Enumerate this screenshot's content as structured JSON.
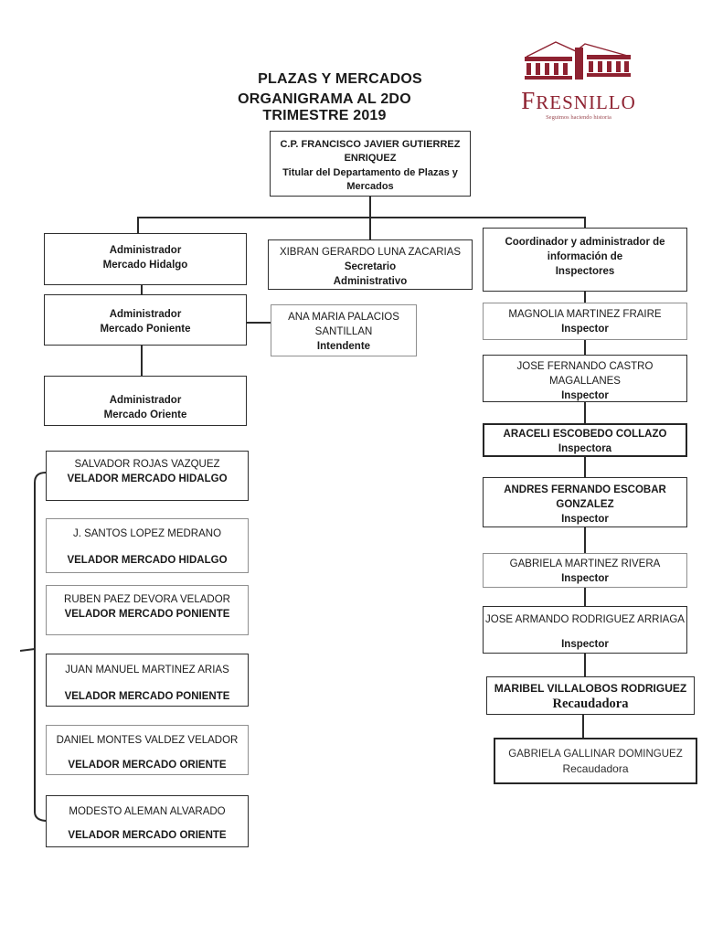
{
  "org": {
    "title": {
      "line1": "PLAZAS Y MERCADOS",
      "line2": "ORGANIGRAMA AL 2DO TRIMESTRE 2019"
    },
    "logo": {
      "name": "FRESNILLO",
      "tagline": "Seguimos haciendo historia",
      "brand_color": "#8e2231"
    },
    "nodes": {
      "director": {
        "name": "C.P. FRANCISCO JAVIER GUTIERREZ ENRIQUEZ",
        "role": "Titular del Departamento de Plazas y Mercados"
      },
      "admin_hidalgo": {
        "name": "Administrador",
        "role": "Mercado Hidalgo"
      },
      "secretario": {
        "name": "XIBRAN GERARDO LUNA ZACARIAS",
        "role1": "Secretario",
        "role2": "Administrativo"
      },
      "coordinador": {
        "line1": "Coordinador y administrador de",
        "line2": "información de",
        "line3": "Inspectores"
      },
      "admin_poniente": {
        "name": "Administrador",
        "role": "Mercado Poniente"
      },
      "intendente": {
        "name": "ANA MARIA PALACIOS SANTILLAN",
        "role": "Intendente"
      },
      "admin_oriente": {
        "name": "Administrador",
        "role": "Mercado Oriente"
      }
    },
    "veladores": [
      {
        "name": "SALVADOR ROJAS VAZQUEZ",
        "role": "VELADOR MERCADO HIDALGO"
      },
      {
        "name": "J. SANTOS LOPEZ MEDRANO",
        "role": "VELADOR MERCADO HIDALGO"
      },
      {
        "name": "RUBEN PAEZ DEVORA VELADOR",
        "role": "VELADOR MERCADO PONIENTE"
      },
      {
        "name": "JUAN MANUEL MARTINEZ ARIAS",
        "role": "VELADOR MERCADO PONIENTE"
      },
      {
        "name": "DANIEL MONTES VALDEZ VELADOR",
        "role": "VELADOR MERCADO ORIENTE"
      },
      {
        "name": "MODESTO ALEMAN ALVARADO",
        "role": "VELADOR MERCADO ORIENTE"
      }
    ],
    "inspectores": [
      {
        "name": "MAGNOLIA MARTINEZ FRAIRE",
        "role": "Inspector"
      },
      {
        "name": "JOSE FERNANDO CASTRO MAGALLANES",
        "role": "Inspector"
      },
      {
        "name": "ARACELI ESCOBEDO COLLAZO",
        "role": "Inspectora"
      },
      {
        "name": "ANDRES FERNANDO ESCOBAR GONZALEZ",
        "role": "Inspector"
      },
      {
        "name": "GABRIELA MARTINEZ RIVERA",
        "role": "Inspector"
      },
      {
        "name": "JOSE ARMANDO RODRIGUEZ ARRIAGA",
        "role": "Inspector"
      },
      {
        "name": "MARIBEL VILLALOBOS RODRIGUEZ",
        "role": "Recaudadora"
      },
      {
        "name": "GABRIELA GALLINAR DOMINGUEZ",
        "role": "Recaudadora"
      }
    ]
  }
}
